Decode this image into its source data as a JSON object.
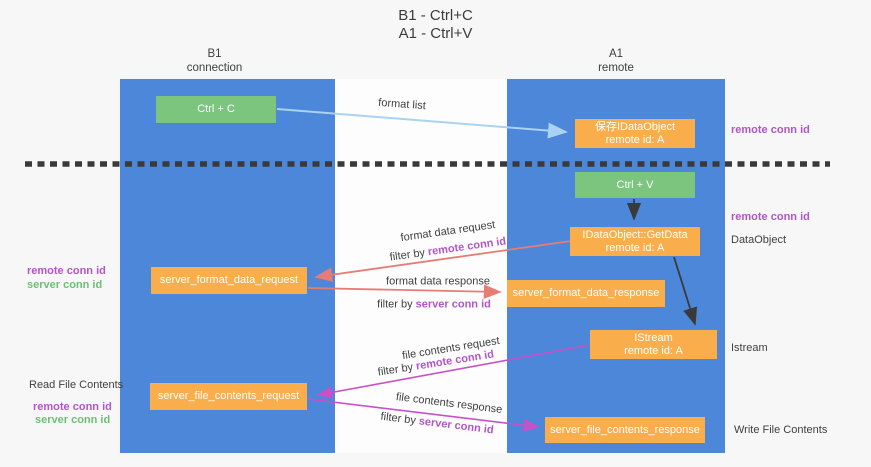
{
  "title": {
    "line1": "B1 - Ctrl+C",
    "line2": "A1 - Ctrl+V"
  },
  "lanes": {
    "left": {
      "title": "B1",
      "subtitle": "connection"
    },
    "right": {
      "title": "A1",
      "subtitle": "remote"
    }
  },
  "boxes": {
    "ctrl_c": "Ctrl + C",
    "ctrl_v": "Ctrl + V",
    "save_idataobject": {
      "line1": "保存IDataObject",
      "line2": "remote id: A"
    },
    "getdata": {
      "line1": "IDataObject::GetData",
      "line2": "remote id: A"
    },
    "istream": {
      "line1": "IStream",
      "line2": "remote id: A"
    },
    "server_format_data_request": "server_format_data_request",
    "server_format_data_response": "server_format_data_response",
    "server_file_contents_request": "server_file_contents_request",
    "server_file_contents_response": "server_file_contents_response"
  },
  "flows": {
    "format_list": "format list",
    "format_data_request": "format data request",
    "format_data_response": "format data response",
    "file_contents_request": "file contents request",
    "file_contents_response": "file contents response",
    "filter_by": "filter by",
    "remote_conn_id": "remote conn id",
    "server_conn_id": "server conn id"
  },
  "side_labels": {
    "remote_conn_id_top": "remote conn id",
    "remote_conn_id_mid": "remote conn id",
    "dataobject": "DataObject",
    "istream": "Istream",
    "write_file_contents": "Write File Contents",
    "read_file_contents": "Read File Contents",
    "left_remote_conn_id_1": "remote conn id",
    "left_server_conn_id_1": "server conn id",
    "left_remote_conn_id_2": "remote conn id",
    "left_server_conn_id_2": "server conn id"
  },
  "colors": {
    "bg": "#f7f7f8",
    "lane_blue": "#4c87d9",
    "green_box": "#7cc57f",
    "orange": "#f9ae4b",
    "purple": "#b156c6",
    "green_text": "#6cc075",
    "arrow_blue": "#a9d3f0",
    "arrow_red": "#e87b74",
    "arrow_magenta": "#c850c8",
    "dash": "#3a3a3a"
  }
}
